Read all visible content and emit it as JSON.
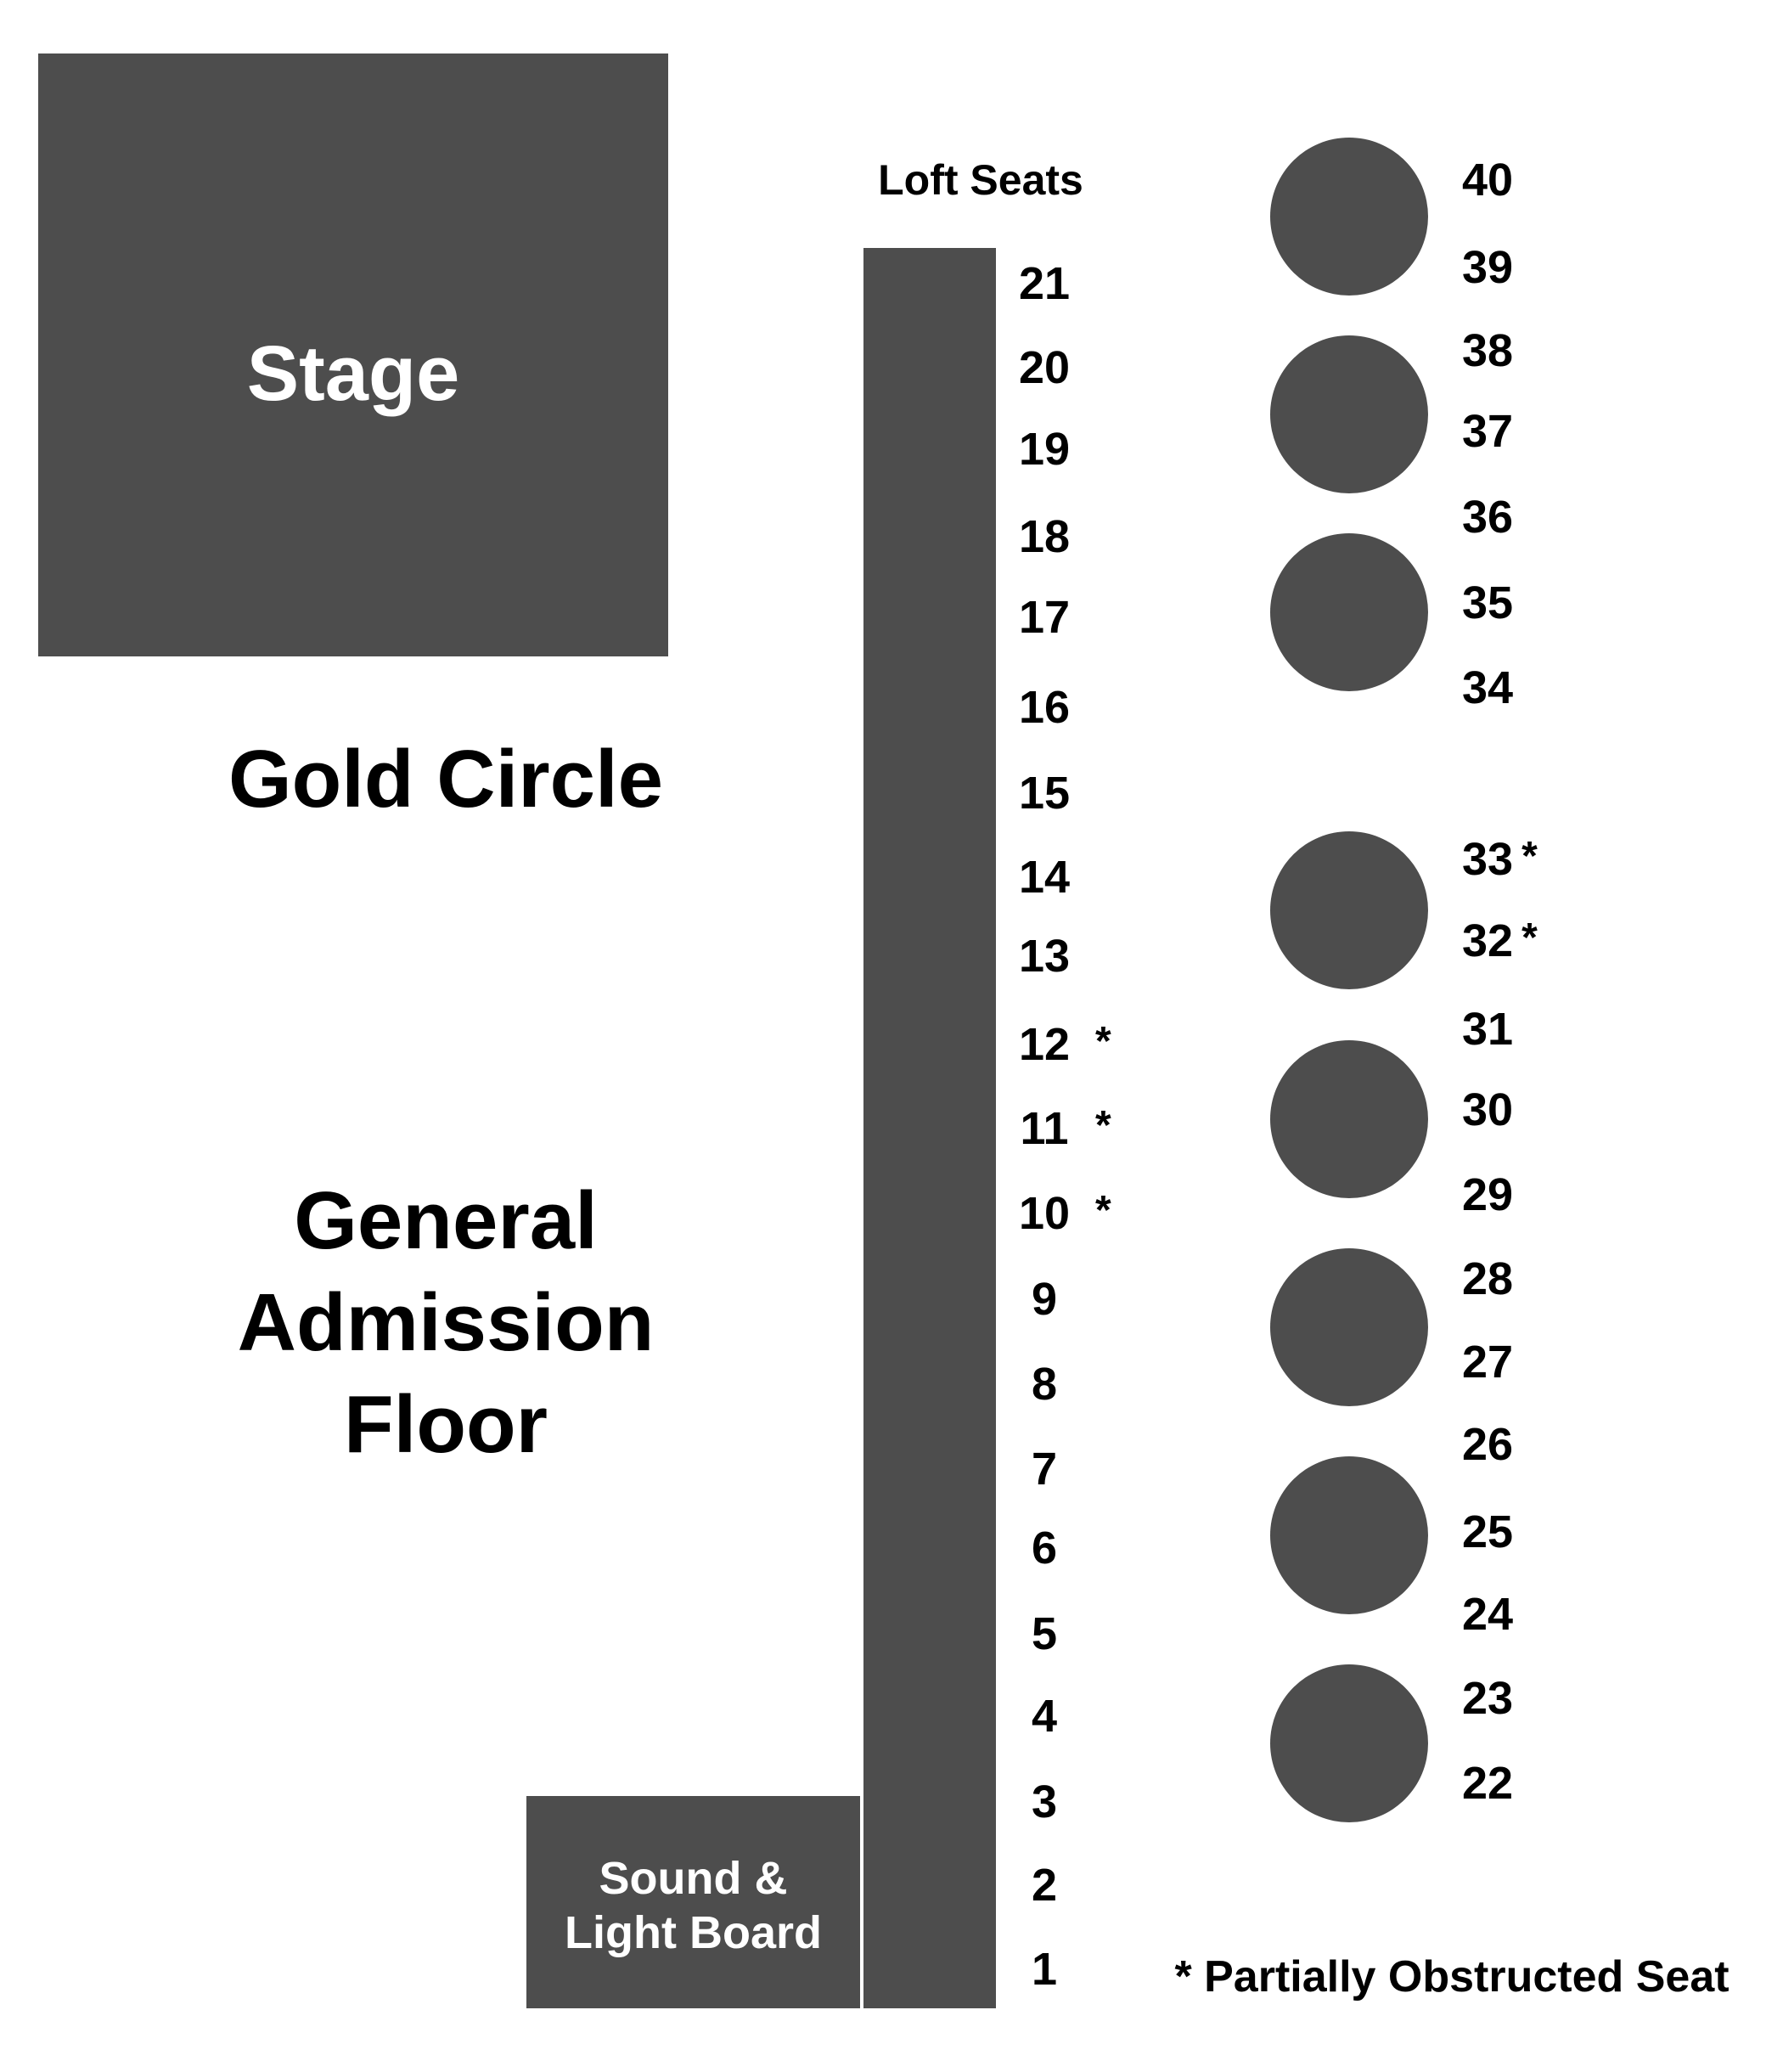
{
  "stage": {
    "label": "Stage"
  },
  "gold_circle": {
    "label": "Gold Circle"
  },
  "general_admission": {
    "lines": [
      "General",
      "Admission",
      "Floor"
    ]
  },
  "sound_board": {
    "lines": [
      "Sound &",
      "Light Board"
    ]
  },
  "loft": {
    "label": "Loft Seats"
  },
  "legend": {
    "text": "* Partially Obstructed Seat"
  },
  "colors": {
    "block": "#4d4d4d",
    "block_text": "#ffffff",
    "text": "#000000"
  },
  "obstructed_marker": "*",
  "loft_left_seats": [
    {
      "number": "21",
      "obstructed": false
    },
    {
      "number": "20",
      "obstructed": false
    },
    {
      "number": "19",
      "obstructed": false
    },
    {
      "number": "18",
      "obstructed": false
    },
    {
      "number": "17",
      "obstructed": false
    },
    {
      "number": "16",
      "obstructed": false
    },
    {
      "number": "15",
      "obstructed": false
    },
    {
      "number": "14",
      "obstructed": false
    },
    {
      "number": "13",
      "obstructed": false
    },
    {
      "number": "12",
      "obstructed": true
    },
    {
      "number": "11",
      "obstructed": true
    },
    {
      "number": "10",
      "obstructed": true
    },
    {
      "number": "9",
      "obstructed": false
    },
    {
      "number": "8",
      "obstructed": false
    },
    {
      "number": "7",
      "obstructed": false
    },
    {
      "number": "6",
      "obstructed": false
    },
    {
      "number": "5",
      "obstructed": false
    },
    {
      "number": "4",
      "obstructed": false
    },
    {
      "number": "3",
      "obstructed": false
    },
    {
      "number": "2",
      "obstructed": false
    },
    {
      "number": "1",
      "obstructed": false
    }
  ],
  "loft_right_seats": [
    {
      "number": "40",
      "obstructed": false
    },
    {
      "number": "39",
      "obstructed": false
    },
    {
      "number": "38",
      "obstructed": false
    },
    {
      "number": "37",
      "obstructed": false
    },
    {
      "number": "36",
      "obstructed": false
    },
    {
      "number": "35",
      "obstructed": false
    },
    {
      "number": "34",
      "obstructed": false
    },
    {
      "number": "33",
      "obstructed": true
    },
    {
      "number": "32",
      "obstructed": true
    },
    {
      "number": "31",
      "obstructed": false
    },
    {
      "number": "30",
      "obstructed": false
    },
    {
      "number": "29",
      "obstructed": false
    },
    {
      "number": "28",
      "obstructed": false
    },
    {
      "number": "27",
      "obstructed": false
    },
    {
      "number": "26",
      "obstructed": false
    },
    {
      "number": "25",
      "obstructed": false
    },
    {
      "number": "24",
      "obstructed": false
    },
    {
      "number": "23",
      "obstructed": false
    },
    {
      "number": "22",
      "obstructed": false
    }
  ]
}
